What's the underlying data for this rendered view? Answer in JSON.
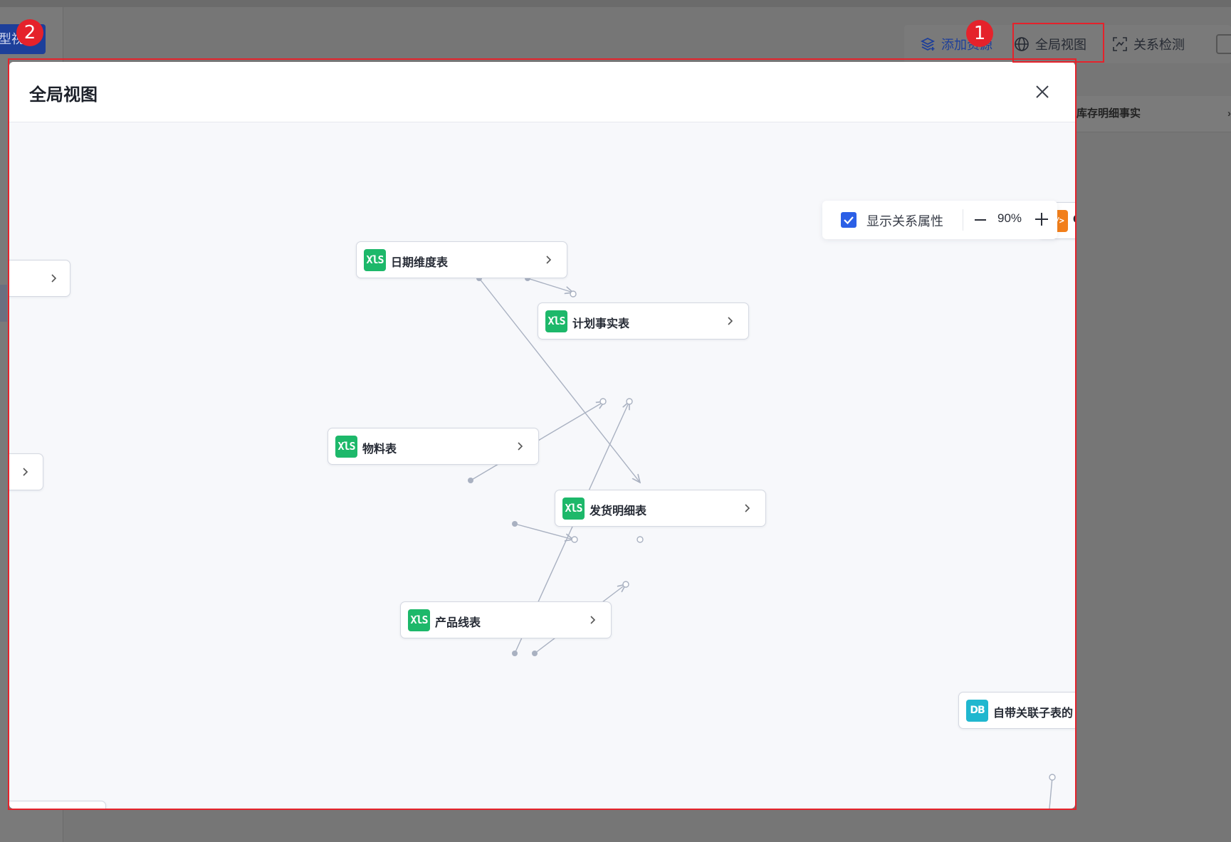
{
  "background": {
    "left_tab_label": "型视图",
    "toolbar": {
      "add_resource_label": "添加资源",
      "global_view_label": "全局视图",
      "relation_check_label": "关系检测"
    },
    "breadcrumb_label": "库存明细事实"
  },
  "annotations": {
    "badge_1": "1",
    "badge_2": "2",
    "color": "#e5222b"
  },
  "modal": {
    "title": "全局视图",
    "controls": {
      "show_relation_attrs_label": "显示关系属性",
      "show_relation_attrs_checked": true,
      "zoom_value": "90%"
    },
    "nodes": [
      {
        "id": "date_dim",
        "icon": "XlS",
        "type": "xls",
        "label": "日期维度表"
      },
      {
        "id": "plan_fact",
        "icon": "XlS",
        "type": "xls",
        "label": "计划事实表"
      },
      {
        "id": "material",
        "icon": "XlS",
        "type": "xls",
        "label": "物料表"
      },
      {
        "id": "shipping_detail",
        "icon": "XlS",
        "type": "xls",
        "label": "发货明细表"
      },
      {
        "id": "product_line",
        "icon": "XlS",
        "type": "xls",
        "label": "产品线表"
      },
      {
        "id": "self_rel",
        "icon": "DB",
        "type": "db",
        "label": "自带关联子表的"
      },
      {
        "id": "partial_right_top",
        "icon": "api-icon",
        "type": "api",
        "label": "C"
      }
    ]
  },
  "colors": {
    "accent": "#2b5fe6",
    "xls_icon": "#1db86a",
    "db_icon": "#20b7cf",
    "api_icon": "#f27f1b",
    "edge": "#a9b1c1"
  }
}
